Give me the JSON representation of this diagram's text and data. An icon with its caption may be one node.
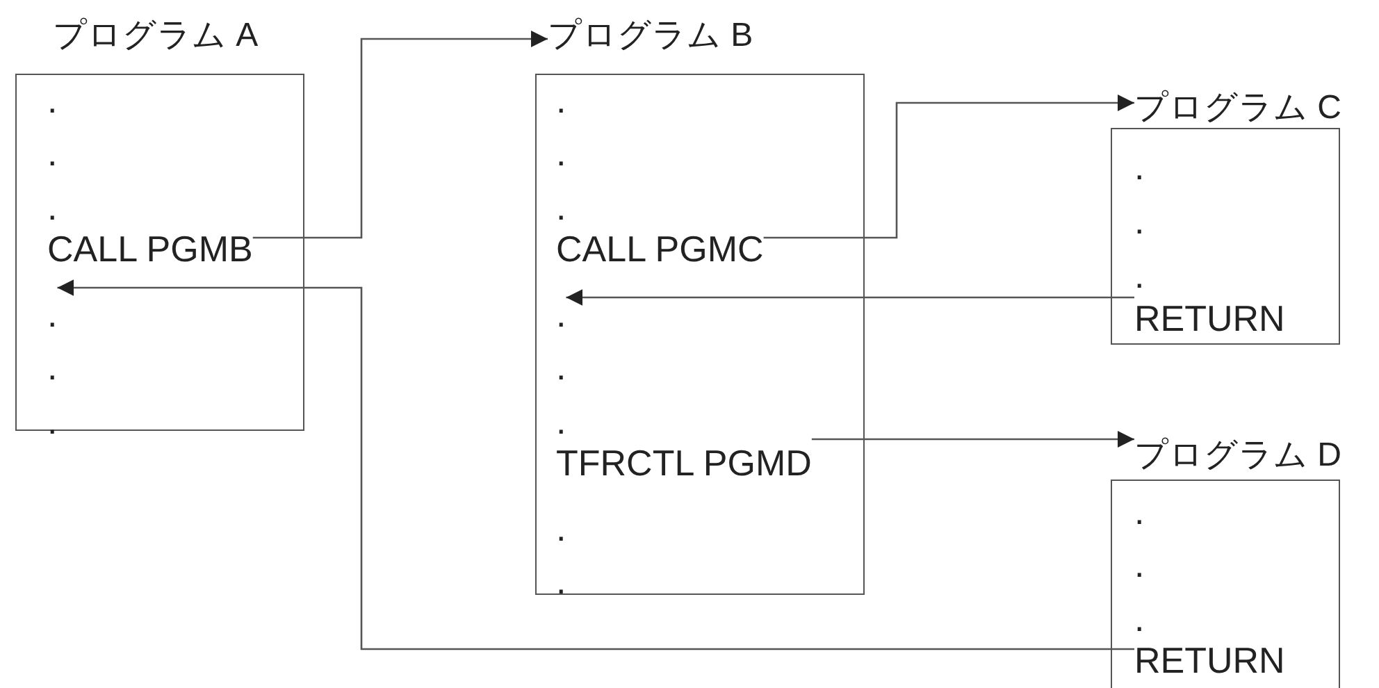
{
  "diagram": {
    "nodes": [
      {
        "text": [
          "プログラム A"
        ]
      },
      {
        "text": [
          "."
        ],
        "in": 0
      },
      {
        "text": [
          "."
        ],
        "in": 0
      },
      {
        "text": [
          "."
        ],
        "in": 0
      },
      {
        "text": [
          "CALL PGMB"
        ],
        "in": 0
      },
      {
        "text": [
          "."
        ],
        "in": 0
      },
      {
        "text": [
          "."
        ],
        "in": 0
      },
      {
        "text": [
          "."
        ],
        "in": 0
      },
      {
        "text": [
          "プログラム B"
        ]
      },
      {
        "text": [
          "."
        ],
        "in": 8
      },
      {
        "text": [
          "."
        ],
        "in": 8
      },
      {
        "text": [
          "."
        ],
        "in": 8
      },
      {
        "text": [
          "CALL PGMC"
        ],
        "in": 8
      },
      {
        "text": [
          "."
        ],
        "in": 8
      },
      {
        "text": [
          "."
        ],
        "in": 8
      },
      {
        "text": [
          "."
        ],
        "in": 8
      },
      {
        "text": [
          "TFRCTL PGMD"
        ],
        "in": 8
      },
      {
        "text": [
          "."
        ],
        "in": 8
      },
      {
        "text": [
          "."
        ],
        "in": 8
      },
      {
        "text": [
          "プログラム C"
        ]
      },
      {
        "text": [
          "."
        ],
        "in": 19
      },
      {
        "text": [
          "."
        ],
        "in": 19
      },
      {
        "text": [
          "."
        ],
        "in": 19
      },
      {
        "text": [
          "RETURN"
        ],
        "in": 19
      },
      {
        "text": [
          "プログラム D"
        ]
      },
      {
        "text": [
          "."
        ],
        "in": 24
      },
      {
        "text": [
          "."
        ],
        "in": 24
      },
      {
        "text": [
          "."
        ],
        "in": 24
      },
      {
        "text": [
          "RETURN"
        ],
        "in": 24
      }
    ],
    "edges": [
      {
        "from": 4,
        "to": 8,
        "arrow": "to"
      },
      {
        "from": 12,
        "to": 19,
        "arrow": "to"
      },
      {
        "from": 23,
        "to": 13,
        "arrow": "to"
      },
      {
        "from": 16,
        "to": 24,
        "arrow": "to"
      },
      {
        "from": 28,
        "to": 5,
        "arrow": "to"
      }
    ]
  }
}
